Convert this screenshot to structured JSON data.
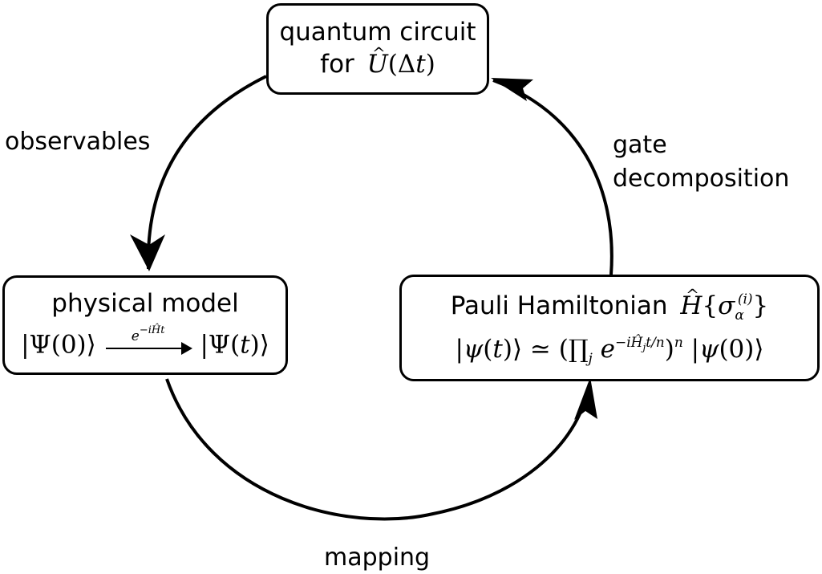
{
  "boxes": {
    "circuit": {
      "line1": "quantum circuit",
      "line2_prefix": "for",
      "line2_math": "U(Δt)"
    },
    "physical": {
      "line1": "physical model",
      "left": "|Ψ(0)⟩",
      "arrow_label": "e−iHt",
      "right": "|Ψ(t)⟩"
    },
    "pauli": {
      "line1_text": "Pauli Hamiltonian",
      "line1_math": "H{σα(i)}",
      "line2": "|ψ(t)⟩ ≃ (∏j e−iHjt/n)n |ψ(0)⟩"
    }
  },
  "labels": {
    "observables": "observables",
    "gate": "gate",
    "decomposition": "decomposition",
    "mapping": "mapping"
  }
}
